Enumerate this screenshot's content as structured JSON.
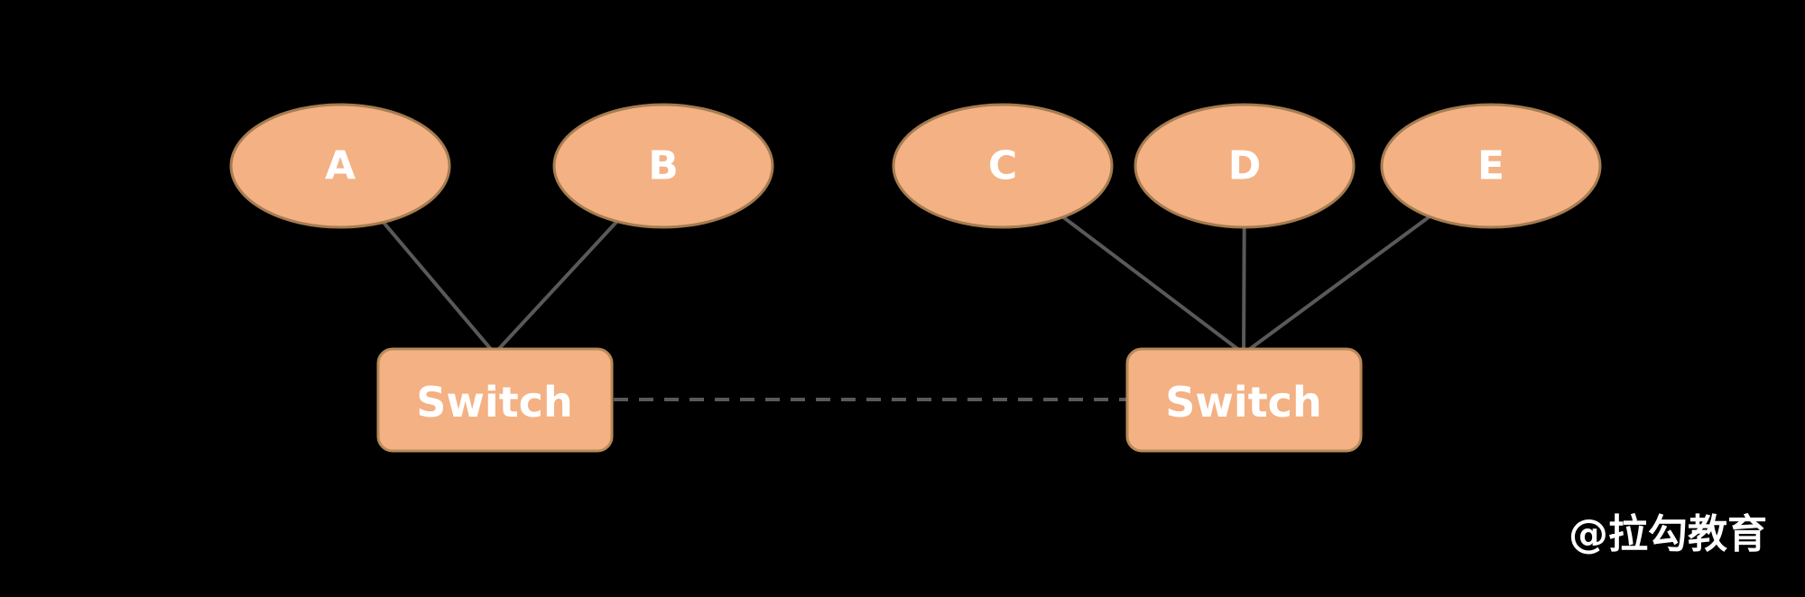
{
  "diagram": {
    "title": "two-switch LAN topology",
    "colors": {
      "background": "#000000",
      "node_fill": "#F4B183",
      "node_border": "#A57C50",
      "connector": "#595959",
      "label_text": "#FFFFFF"
    },
    "hosts": [
      {
        "label": "A"
      },
      {
        "label": "B"
      },
      {
        "label": "C"
      },
      {
        "label": "D"
      },
      {
        "label": "E"
      }
    ],
    "switches": [
      {
        "label": "Switch"
      },
      {
        "label": "Switch"
      }
    ],
    "links": {
      "host_links": [
        "A-switch1",
        "B-switch1",
        "C-switch2",
        "D-switch2",
        "E-switch2"
      ],
      "trunk": "switch1-switch2 (dashed)"
    },
    "watermark": "@拉勾教育"
  }
}
